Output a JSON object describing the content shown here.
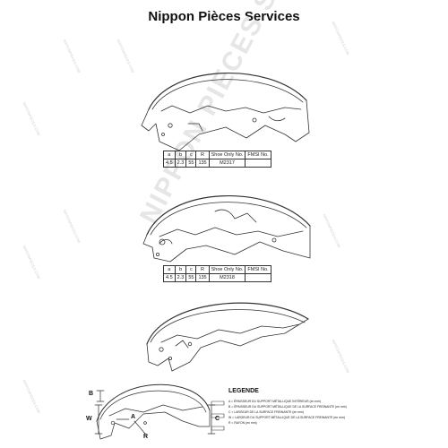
{
  "document": {
    "title": "Nippon Pièces Services",
    "watermark": "NIPPON PIECES SERVICES",
    "watermark_small": "NIPPONPIECES.COM"
  },
  "tables": [
    {
      "headers": [
        "a",
        "b",
        "c",
        "R",
        "Shoe Only No.",
        "FMSI No."
      ],
      "row": [
        "4.5",
        "2.3",
        "55",
        "135",
        "M2317",
        ""
      ]
    },
    {
      "headers": [
        "a",
        "b",
        "c",
        "R",
        "Shoe Only No.",
        "FMSI No."
      ],
      "row": [
        "4.5",
        "2.3",
        "55",
        "135",
        "M2318",
        ""
      ]
    }
  ],
  "legend": {
    "title": "LEGENDE",
    "items": [
      "A = ÉPAISSEUR DU SUPPORT MÉTALLIQUE INTÉRIEUR (en mm)",
      "B = ÉPAISSEUR DU SUPPORT MÉTALLIQUE DE LA SURFACE FREINANTE (en mm)",
      "C = LARGEUR DE LA SURFACE FREINANTE (en mm)",
      "W = LARGEUR DU SUPPORT MÉTALLIQUE DE LA SURFACE FREINANTE (en mm)",
      "R = RAYON (en mm)"
    ]
  },
  "dimensions": {
    "b": "B",
    "a": "A",
    "w": "W",
    "c": "C",
    "r": "R"
  },
  "colors": {
    "line": "#333333",
    "watermark": "#e6e6e6"
  }
}
